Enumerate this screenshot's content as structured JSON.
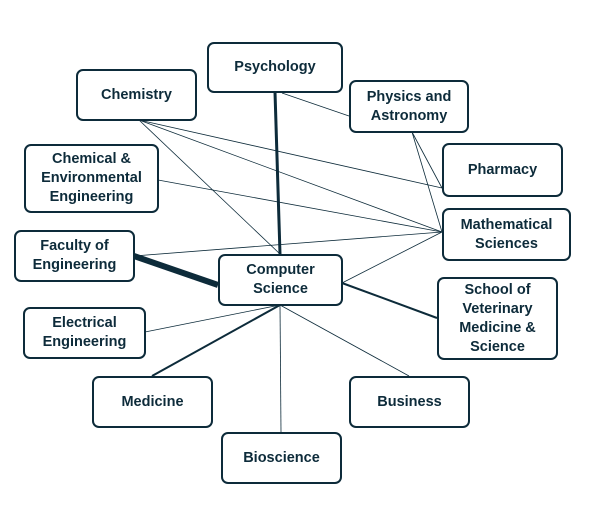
{
  "colors": {
    "ink": "#0d2b3a"
  },
  "nodes": {
    "psychology": "Psychology",
    "chemistry": "Chemistry",
    "physics": "Physics and Astronomy",
    "chemenv": "Chemical & Environmental Engineering",
    "pharmacy": "Pharmacy",
    "math": "Mathematical Sciences",
    "faculty": "Faculty of Engineering",
    "cs": "Computer Science",
    "vet": "School of Veterinary Medicine & Science",
    "electrical": "Electrical Engineering",
    "medicine": "Medicine",
    "business": "Business",
    "bioscience": "Bioscience"
  },
  "edges": [
    {
      "from": "psychology",
      "to": "cs",
      "weight": 3
    },
    {
      "from": "psychology",
      "to": "physics",
      "weight": 0.8
    },
    {
      "from": "chemistry",
      "to": "cs",
      "weight": 0.8
    },
    {
      "from": "chemistry",
      "to": "pharmacy",
      "weight": 0.8
    },
    {
      "from": "chemistry",
      "to": "math",
      "weight": 0.8
    },
    {
      "from": "chemenv",
      "to": "math",
      "weight": 0.8
    },
    {
      "from": "physics",
      "to": "pharmacy",
      "weight": 0.8
    },
    {
      "from": "physics",
      "to": "math",
      "weight": 0.8
    },
    {
      "from": "faculty",
      "to": "math",
      "weight": 0.8
    },
    {
      "from": "faculty",
      "to": "cs",
      "weight": 6
    },
    {
      "from": "cs",
      "to": "math",
      "weight": 0.8
    },
    {
      "from": "cs",
      "to": "vet",
      "weight": 2
    },
    {
      "from": "cs",
      "to": "electrical",
      "weight": 0.8
    },
    {
      "from": "cs",
      "to": "medicine",
      "weight": 2
    },
    {
      "from": "cs",
      "to": "bioscience",
      "weight": 0.8
    },
    {
      "from": "cs",
      "to": "business",
      "weight": 0.8
    }
  ]
}
